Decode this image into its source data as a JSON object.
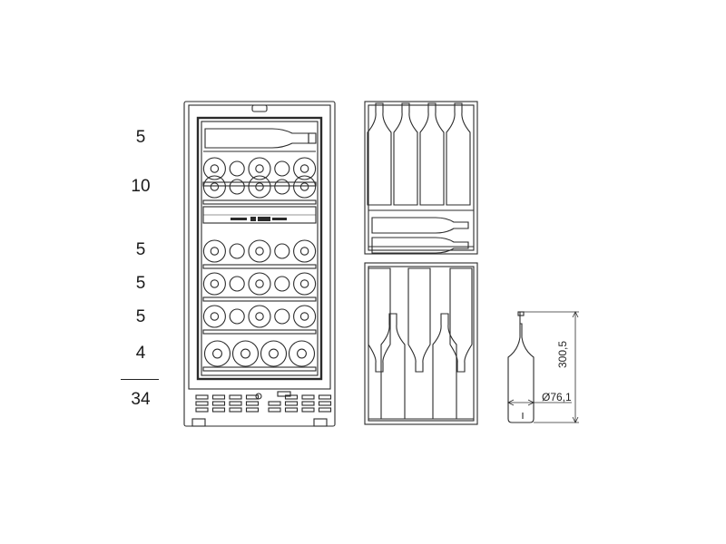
{
  "rack_counts": [
    {
      "label": "5"
    },
    {
      "label": "10"
    },
    {
      "label": "5"
    },
    {
      "label": "5"
    },
    {
      "label": "5"
    },
    {
      "label": "4"
    }
  ],
  "total": "34",
  "bottle_dims": {
    "height_label": "300,5",
    "diameter_label": "Ø76,1"
  },
  "colors": {
    "line": "#2b2b2b",
    "background": "#ffffff"
  }
}
